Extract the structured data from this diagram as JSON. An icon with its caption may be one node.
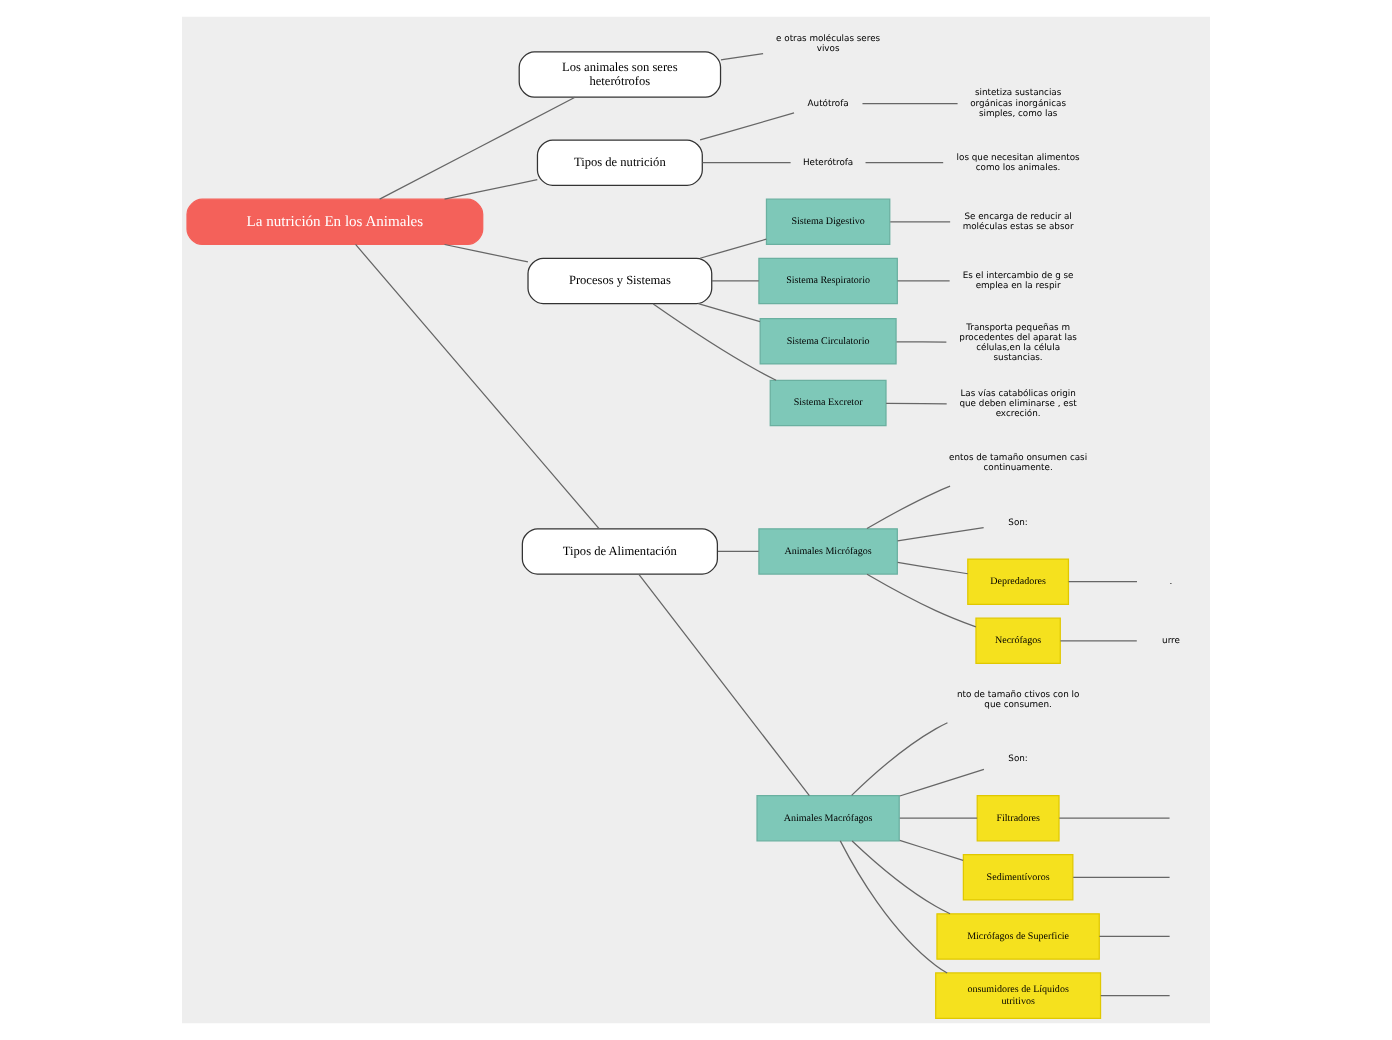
{
  "diagram": {
    "nodes": [
      {
        "text": [
          "La nutrición En los Animales"
        ]
      },
      {
        "text": [
          "Los animales son seres heterótrofos"
        ]
      },
      {
        "text": [
          "e otras moléculas seres vivos"
        ]
      },
      {
        "text": [
          "Tipos de nutrición"
        ]
      },
      {
        "text": [
          "Autótrofa"
        ]
      },
      {
        "text": [
          "sintetiza sustancias orgánicas inorgánicas simples, como las"
        ]
      },
      {
        "text": [
          "Heterótrofa"
        ]
      },
      {
        "text": [
          "los que necesitan alimentos como los animales."
        ]
      },
      {
        "text": [
          "Procesos y Sistemas"
        ]
      },
      {
        "text": [
          "Sistema Digestivo"
        ]
      },
      {
        "text": [
          "Se encarga de reducir al moléculas estas se absor"
        ]
      },
      {
        "text": [
          "Sistema Respiratorio"
        ]
      },
      {
        "text": [
          "Es el intercambio de g se emplea en la respir"
        ]
      },
      {
        "text": [
          "Sistema Circulatorio"
        ]
      },
      {
        "text": [
          "Transporta pequeñas m procedentes del aparat las células,en la célula sustancias."
        ]
      },
      {
        "text": [
          "Sistema Excretor"
        ]
      },
      {
        "text": [
          "Las vías catabólicas origin que deben eliminarse , est excreción."
        ]
      },
      {
        "text": [
          "Tipos de Alimentación"
        ]
      },
      {
        "text": [
          "Animales Micrófagos"
        ]
      },
      {
        "text": [
          "entos de tamaño onsumen casi continuamente."
        ]
      },
      {
        "text": [
          "Son:"
        ]
      },
      {
        "text": [
          "Depredadores"
        ]
      },
      {
        "text": [
          "."
        ]
      },
      {
        "text": [
          "Necrófagos"
        ]
      },
      {
        "text": [
          "urre"
        ]
      },
      {
        "text": [
          "Animales Macrófagos"
        ]
      },
      {
        "text": [
          "nto de tamaño ctivos con lo que consumen."
        ]
      },
      {
        "text": [
          "Son:"
        ]
      },
      {
        "text": [
          "Filtradores"
        ]
      },
      {
        "text": [
          "Sedimentívoros"
        ]
      },
      {
        "text": [
          "Micrófagos de Superficie"
        ]
      },
      {
        "text": [
          "onsumidores de Líquidos utritivos"
        ]
      }
    ],
    "edges": [
      {
        "from": 0,
        "to": 1,
        "arrow": "none"
      },
      {
        "from": 1,
        "to": 2,
        "arrow": "none"
      },
      {
        "from": 0,
        "to": 3,
        "arrow": "none"
      },
      {
        "from": 3,
        "to": 4,
        "arrow": "none"
      },
      {
        "from": 4,
        "to": 5,
        "arrow": "none"
      },
      {
        "from": 3,
        "to": 6,
        "arrow": "none"
      },
      {
        "from": 6,
        "to": 7,
        "arrow": "none"
      },
      {
        "from": 0,
        "to": 8,
        "arrow": "none"
      },
      {
        "from": 8,
        "to": 9,
        "arrow": "none"
      },
      {
        "from": 9,
        "to": 10,
        "arrow": "none"
      },
      {
        "from": 8,
        "to": 11,
        "arrow": "none"
      },
      {
        "from": 11,
        "to": 12,
        "arrow": "none"
      },
      {
        "from": 8,
        "to": 13,
        "arrow": "none"
      },
      {
        "from": 13,
        "to": 14,
        "arrow": "none"
      },
      {
        "from": 8,
        "to": 15,
        "arrow": "none"
      },
      {
        "from": 15,
        "to": 16,
        "arrow": "none"
      },
      {
        "from": 0,
        "to": 17,
        "arrow": "none"
      },
      {
        "from": 17,
        "to": 18,
        "arrow": "none"
      },
      {
        "from": 18,
        "to": 19,
        "arrow": "none"
      },
      {
        "from": 18,
        "to": 20,
        "arrow": "none"
      },
      {
        "from": 18,
        "to": 21,
        "arrow": "none"
      },
      {
        "from": 21,
        "to": 22,
        "arrow": "none"
      },
      {
        "from": 18,
        "to": 23,
        "arrow": "none"
      },
      {
        "from": 23,
        "to": 24,
        "arrow": "none"
      },
      {
        "from": 17,
        "to": 25,
        "arrow": "none"
      },
      {
        "from": 25,
        "to": 26,
        "arrow": "none"
      },
      {
        "from": 25,
        "to": 27,
        "arrow": "none"
      },
      {
        "from": 25,
        "to": 28,
        "arrow": "none"
      },
      {
        "from": 28,
        "to": null,
        "arrow": "none"
      },
      {
        "from": 25,
        "to": 29,
        "arrow": "none"
      },
      {
        "from": 29,
        "to": null,
        "arrow": "none"
      },
      {
        "from": 25,
        "to": 30,
        "arrow": "none"
      },
      {
        "from": 30,
        "to": null,
        "arrow": "none"
      },
      {
        "from": 25,
        "to": 31,
        "arrow": "none"
      },
      {
        "from": 31,
        "to": null,
        "arrow": "none"
      }
    ]
  }
}
